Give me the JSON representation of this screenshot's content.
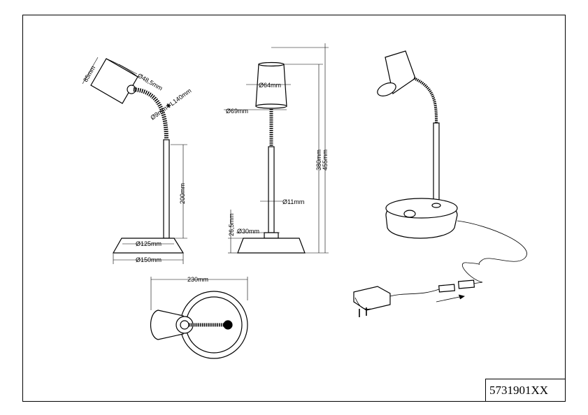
{
  "product_code": "5731901XX",
  "side_view": {
    "shade_height": "85mm",
    "shade_diameter": "Ø48,5mm",
    "gooseneck": "Ø9mm✱L140mm",
    "stem_height": "200mm",
    "inner_base": "Ø125mm",
    "outer_base": "Ø150mm"
  },
  "front_view": {
    "shade_top": "Ø64mm",
    "shade_bottom": "Ø69mm",
    "stem": "Ø11mm",
    "base_height": "26,5mm",
    "collar": "Ø30mm",
    "height_to_shade": "380mm",
    "total_height": "455mm"
  },
  "top_view": {
    "reach": "230mm"
  }
}
